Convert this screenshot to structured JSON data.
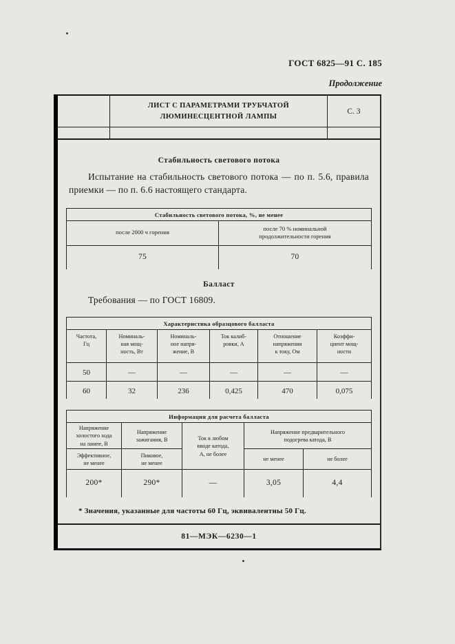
{
  "page": {
    "header_right": "ГОСТ 6825—91 С. 185",
    "continuation": "Продолжение",
    "footer_code": "81—МЭК—6230—1"
  },
  "sheet_header": {
    "title_line1": "ЛИСТ С ПАРАМЕТРАМИ ТРУБЧАТОЙ",
    "title_line2": "ЛЮМИНЕСЦЕНТНОЙ ЛАМПЫ",
    "page_ref": "С. 3"
  },
  "stability": {
    "heading": "Стабильность светового потока",
    "paragraph": "Испытание на стабильность светового потока — по п. 5.6, правила приемки — по п. 6.6 настоящего стандарта.",
    "table": {
      "title": "Стабильность светового потока, %, не менее",
      "col1_header": "после 2000 ч горения",
      "col2_header": "после 70 % номинальной\nпродолжительности горения",
      "col1_value": "75",
      "col2_value": "70"
    }
  },
  "ballast": {
    "heading": "Балласт",
    "requirement": "Требования — по ГОСТ 16809.",
    "reference_table": {
      "title": "Характеристика образцового балласта",
      "headers": [
        "Частота,\nГц",
        "Номиналь-\nная мощ-\nность, Вт",
        "Номиналь-\nное напря-\nжение, В",
        "Ток калиб-\nровки, А",
        "Отношение\nнапряжения\nк току, Ом",
        "Коэффи-\nциент мощ-\nности"
      ],
      "rows": [
        [
          "50",
          "—",
          "—",
          "—",
          "—",
          "—"
        ],
        [
          "60",
          "32",
          "236",
          "0,425",
          "470",
          "0,075"
        ]
      ]
    },
    "calc_table": {
      "title": "Информация для расчета балласта",
      "col1_header": "Напряжение\nхолостого хода\nна лампе, В",
      "col2_header": "Напряжение\nзажигания, В",
      "col3_header": "Ток в любом\nвводе катода,\nА, не более",
      "col45_header": "Напряжение предварительного\nподогрева катода, В",
      "col1_sub": "Эффективное,\nне менее",
      "col2_sub": "Пиковое,\nне менее",
      "col4_sub": "не менее",
      "col5_sub": "не более",
      "values": [
        "200*",
        "290*",
        "—",
        "3,05",
        "4,4"
      ]
    },
    "footnote": "* Значения, указанные для частоты 60 Гц, эквивалентны 50 Гц."
  }
}
